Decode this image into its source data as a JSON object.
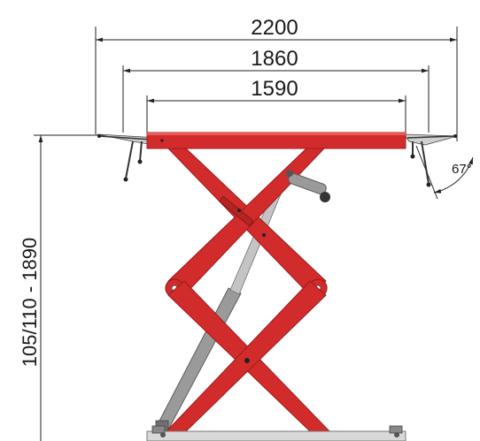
{
  "dimensions": {
    "outer_width": "2200",
    "middle_width": "1860",
    "inner_width": "1590",
    "height_range": "105/110 - 1890",
    "arm_angle": "67°"
  },
  "colors": {
    "frame_red": "#d22b2b",
    "frame_red_dark": "#9e1c1c",
    "cylinder_gray": "#9a9a9a",
    "cylinder_dark": "#5e5e5e",
    "dimension_line": "#222222"
  }
}
